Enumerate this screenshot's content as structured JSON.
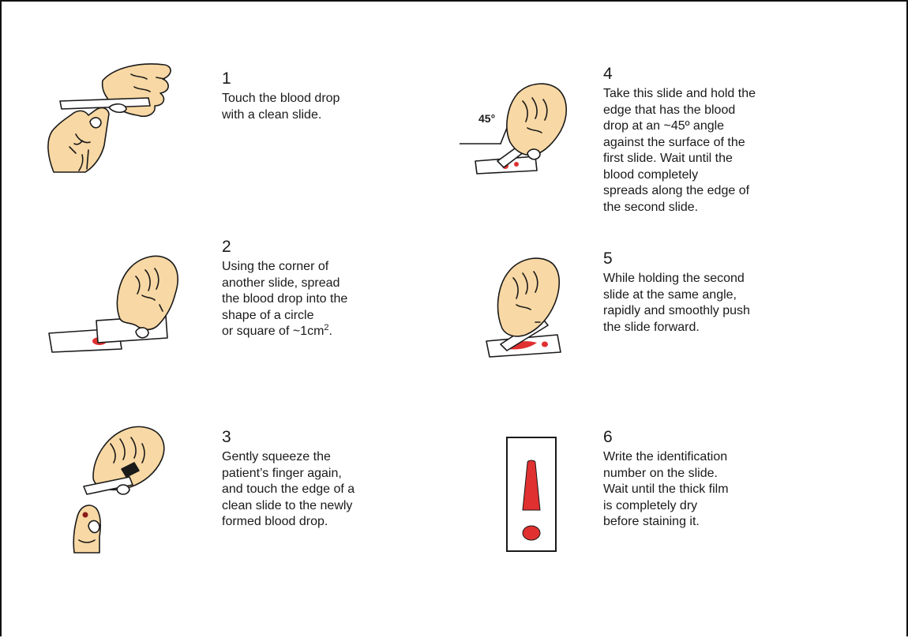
{
  "colors": {
    "skin": "#f8d8a4",
    "outline": "#1a1a1a",
    "blood": "#e03030",
    "slide": "#ffffff"
  },
  "steps": [
    {
      "number": "1",
      "text": "Touch the blood drop\nwith a clean slide."
    },
    {
      "number": "2",
      "text": "Using the corner of\nanother slide, spread\nthe blood drop into the\nshape of a circle\nor square of ~1cm",
      "sup": "2",
      "suffix": "."
    },
    {
      "number": "3",
      "text": "Gently squeeze the\npatient’s finger again,\nand touch the edge of a\nclean slide to the newly\nformed blood drop."
    },
    {
      "number": "4",
      "text": "Take this slide and hold the\nedge that has the blood\ndrop at an ~45º angle\nagainst the surface of the\nfirst slide. Wait until the\nblood completely\nspreads along the edge of\nthe second slide."
    },
    {
      "number": "5",
      "text": "While holding the second\nslide at the same angle,\nrapidly and smoothly push\nthe slide forward."
    },
    {
      "number": "6",
      "text": "Write the identification\nnumber on the slide.\nWait until the thick film\nis completely dry\nbefore staining it."
    }
  ],
  "angle_label": "45°"
}
